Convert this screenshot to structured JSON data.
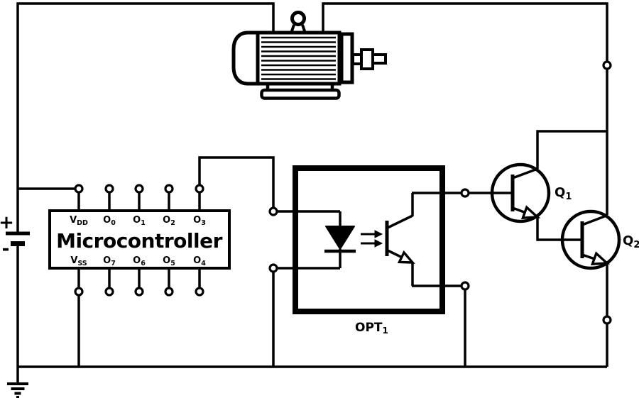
{
  "colors": {
    "line": "#000000",
    "background": "#ffffff",
    "led_fill": "#000000"
  },
  "battery": {
    "plus_label": "+",
    "minus_label": "-"
  },
  "microcontroller": {
    "title": "Microcontroller",
    "top_pins": [
      {
        "base": "V",
        "sub": "DD"
      },
      {
        "base": "O",
        "sub": "0"
      },
      {
        "base": "O",
        "sub": "1"
      },
      {
        "base": "O",
        "sub": "2"
      },
      {
        "base": "O",
        "sub": "3"
      }
    ],
    "bottom_pins": [
      {
        "base": "V",
        "sub": "SS"
      },
      {
        "base": "O",
        "sub": "7"
      },
      {
        "base": "O",
        "sub": "6"
      },
      {
        "base": "O",
        "sub": "5"
      },
      {
        "base": "O",
        "sub": "4"
      }
    ]
  },
  "optocoupler": {
    "label": {
      "base": "OPT",
      "sub": "1"
    }
  },
  "transistors": {
    "q1": {
      "base": "Q",
      "sub": "1"
    },
    "q2": {
      "base": "Q",
      "sub": "2"
    }
  },
  "icons": {
    "motor": "dc-motor-icon",
    "battery": "battery-icon",
    "ground": "ground-icon",
    "led": "led-icon",
    "light_arrows": "light-emission-arrows-icon",
    "phototransistor": "phototransistor-icon",
    "terminal": "connection-terminal-icon"
  }
}
